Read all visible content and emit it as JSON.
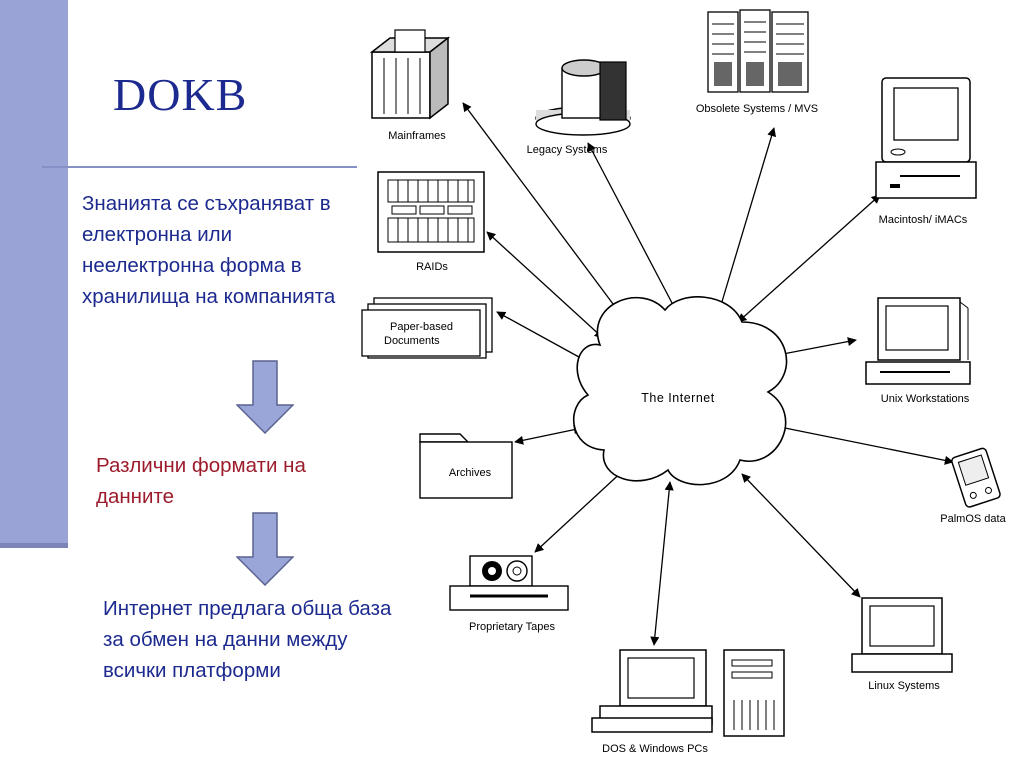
{
  "slide": {
    "title": "DOKB",
    "paragraph_1": "Знанията се съхраняват в електронна или неелектронна форма в хранилища на компанията",
    "paragraph_2": "Различни формати на данните",
    "paragraph_3": "Интернет предлага обща база за обмен на данни между всички платформи"
  },
  "diagram": {
    "center_label": "The Internet",
    "nodes": {
      "mainframes": "Mainframes",
      "legacy": "Legacy Systems",
      "obsolete": "Obsolete Systems / MVS",
      "macintosh": "Macintosh/ iMACs",
      "raids": "RAIDs",
      "paper_line1": "Paper-based",
      "paper_line2": "Documents",
      "unix": "Unix  Workstations",
      "archives": "Archives",
      "palmos": "PalmOS data",
      "tapes": "Proprietary Tapes",
      "linux": "Linux Systems",
      "dos": "DOS & Windows PCs"
    }
  },
  "colors": {
    "accent_bar": "#9aa3d6",
    "title_text": "#1c2a8f",
    "highlight_text": "#9c1c2c",
    "arrow_fill": "#9aa6d8"
  }
}
